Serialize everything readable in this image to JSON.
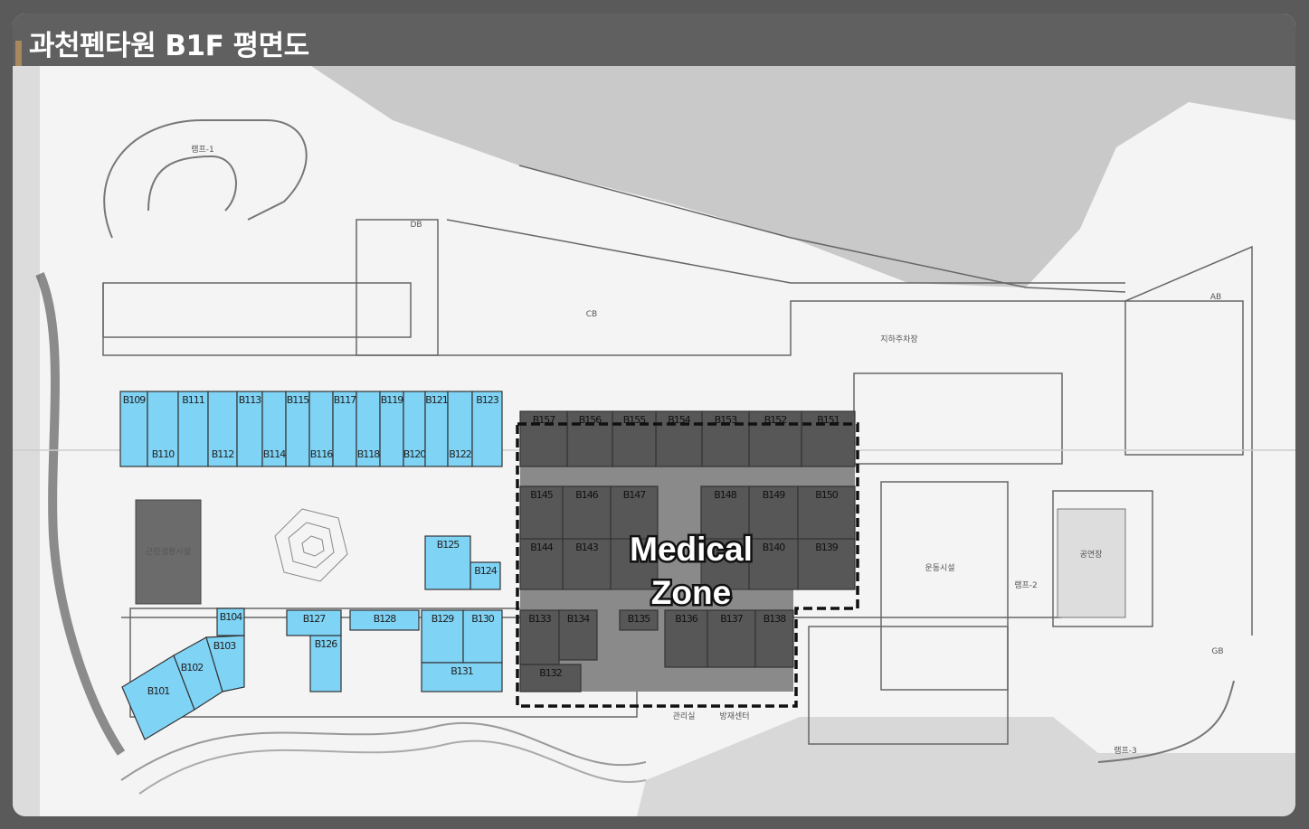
{
  "header": {
    "title": "과천펜타원 B1F 평면도"
  },
  "zone": {
    "line1": "Medical",
    "line2": "Zone"
  },
  "colors": {
    "retail_unit": "#7fd3f5",
    "medical_unit": "#575757",
    "medical_corridor": "#8a8a8a",
    "title_bar": "#606060",
    "accent": "#a8895f"
  },
  "blue_units": [
    "B101",
    "B102",
    "B103",
    "B104",
    "B109",
    "B110",
    "B111",
    "B112",
    "B113",
    "B114",
    "B115",
    "B116",
    "B117",
    "B118",
    "B119",
    "B120",
    "B121",
    "B122",
    "B123",
    "B124",
    "B125",
    "B126",
    "B127",
    "B128",
    "B129",
    "B130",
    "B131"
  ],
  "medical_units": [
    "B132",
    "B133",
    "B134",
    "B135",
    "B136",
    "B137",
    "B138",
    "B139",
    "B140",
    "B143",
    "B144",
    "B145",
    "B146",
    "B147",
    "B148",
    "B149",
    "B150",
    "B151",
    "B152",
    "B153",
    "B154",
    "B155",
    "B156",
    "B157"
  ],
  "labels": {
    "parking": "지하주차장",
    "management": "관리실",
    "disaster_center": "방재센터",
    "neighborhood_facility": "근린생활시설",
    "sports_facility": "운동시설",
    "theater": "공연장",
    "ramp_1": "램프-1",
    "ramp_2": "램프-2",
    "ramp_3": "램프-3",
    "gate_ab": "AB",
    "gate_gb": "GB",
    "gate_cb": "CB",
    "gate_db": "DB"
  }
}
